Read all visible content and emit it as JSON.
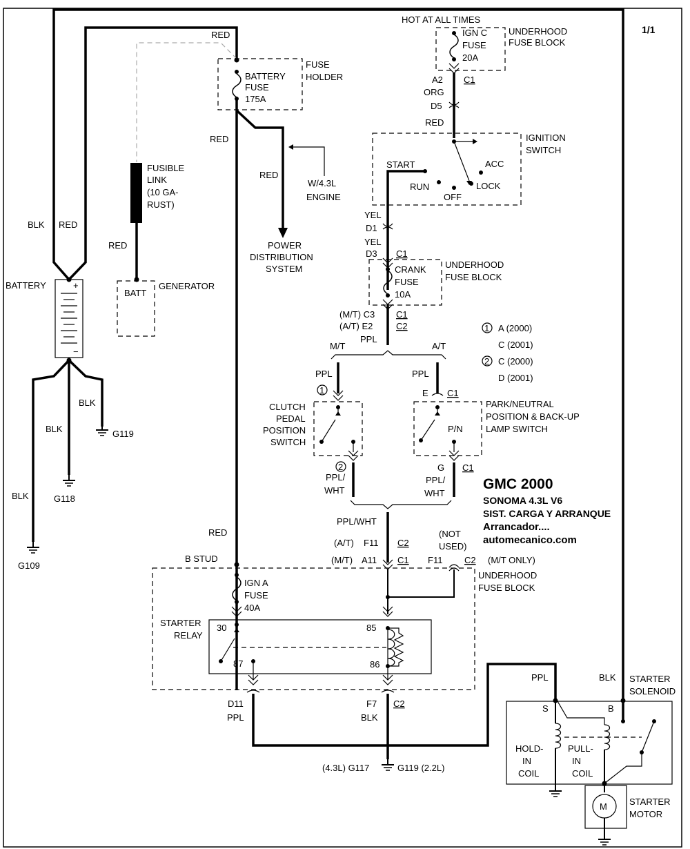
{
  "page": {
    "label": "1/1"
  },
  "title": {
    "make": "GMC 2000",
    "model": "SONOMA  4.3L  V6",
    "system": "SIST. CARGA Y ARRANQUE",
    "component": "Arrancador....",
    "site": "automecanico.com"
  },
  "components": {
    "hot": "HOT AT ALL TIMES",
    "ign_c_1": "IGN C",
    "ign_c_2": "FUSE",
    "ign_c_3": "20A",
    "uh1a": "UNDERHOOD",
    "uh1b": "FUSE BLOCK",
    "fuse_holder_1": "FUSE",
    "fuse_holder_2": "HOLDER",
    "batt_fuse_1": "BATTERY",
    "batt_fuse_2": "FUSE",
    "batt_fuse_3": "175A",
    "ign_switch_1": "IGNITION",
    "ign_switch_2": "SWITCH",
    "start": "START",
    "acc": "ACC",
    "run": "RUN",
    "lock": "LOCK",
    "off": "OFF",
    "fusible_1": "FUSIBLE",
    "fusible_2": "LINK",
    "fusible_3": "(10 GA-",
    "fusible_4": "RUST)",
    "w43_1": "W/4.3L",
    "w43_2": "ENGINE",
    "pds_1": "POWER",
    "pds_2": "DISTRIBUTION",
    "pds_3": "SYSTEM",
    "battery": "BATTERY",
    "plus": "+",
    "minus": "−",
    "batt_term": "BATT",
    "generator": "GENERATOR",
    "crank_1": "CRANK",
    "crank_2": "FUSE",
    "crank_3": "10A",
    "uh2a": "UNDERHOOD",
    "uh2b": "FUSE BLOCK",
    "clutch_1": "CLUTCH",
    "clutch_2": "PEDAL",
    "clutch_3": "POSITION",
    "clutch_4": "SWITCH",
    "pn_1": "PARK/NEUTRAL",
    "pn_2": "POSITION & BACK-UP",
    "pn_3": "LAMP SWITCH",
    "pn_sw": "P/N",
    "b_stud": "B STUD",
    "ign_a_1": "IGN A",
    "ign_a_2": "FUSE",
    "ign_a_3": "40A",
    "relay_1": "STARTER",
    "relay_2": "RELAY",
    "uh3a": "UNDERHOOD",
    "uh3b": "FUSE BLOCK",
    "not_used_1": "(NOT",
    "not_used_2": "USED)",
    "mt_only": "(M/T ONLY)",
    "sol_1": "STARTER",
    "sol_2": "SOLENOID",
    "hold_1": "HOLD-",
    "hold_2": "IN",
    "hold_3": "COIL",
    "pull_1": "PULL-",
    "pull_2": "IN",
    "pull_3": "COIL",
    "motor_1": "STARTER",
    "motor_2": "MOTOR",
    "motor_m": "M",
    "term_s": "S",
    "term_b": "B"
  },
  "wires": {
    "red": "RED",
    "blk": "BLK",
    "ppl": "PPL",
    "yel": "YEL",
    "org": "ORG",
    "ppl_wht_1": "PPL/",
    "ppl_wht_2": "WHT",
    "ppl_wht": "PPL/WHT"
  },
  "connectors": {
    "a2": "A2",
    "c1": "C1",
    "c2": "C2",
    "d5": "D5",
    "d1": "D1",
    "d3": "D3",
    "mt_c3": "(M/T)  C3",
    "at_e2": "(A/T)  E2",
    "mt": "M/T",
    "at": "A/T",
    "e": "E",
    "g": "G",
    "at_f11": "(A/T)",
    "f11": "F11",
    "mt_a11": "(M/T)",
    "a11": "A11",
    "f11b": "F11",
    "d11": "D11",
    "f7": "F7",
    "p30": "30",
    "p87": "87",
    "p85": "85",
    "p86": "86"
  },
  "notes": {
    "n1": "1",
    "n1a": "A  (2000)",
    "n1b": "C  (2001)",
    "n2": "2",
    "n2a": "C  (2000)",
    "n2b": "D  (2001)"
  },
  "grounds": {
    "g109": "G109",
    "g118": "G118",
    "g119": "G119",
    "g117": "(4.3L)  G117",
    "g119b": "G119  (2.2L)"
  }
}
